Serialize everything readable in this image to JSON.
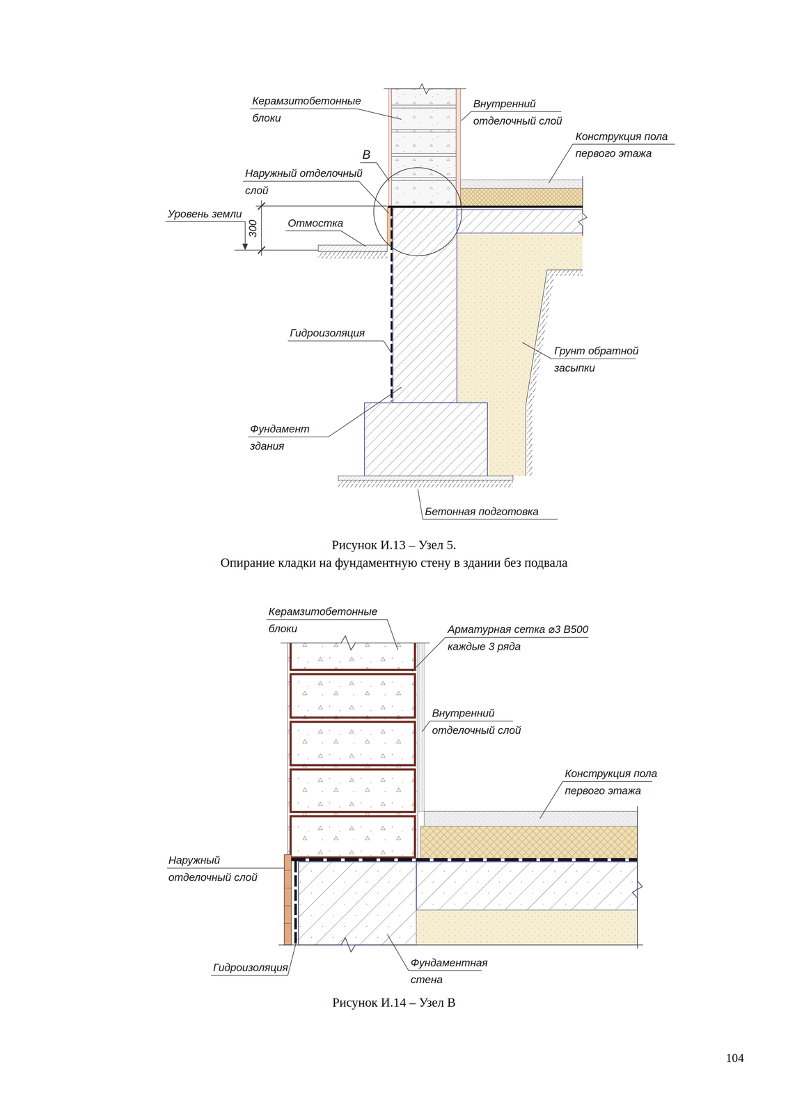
{
  "diagram": {
    "labels": [
      "Керамзитобетонные блоки",
      "Внутренний отделочный слой",
      "Конструкция пола первого этажа",
      "В",
      "Наружный отделочный слой",
      "Уровень земли",
      "300",
      "Отмостка",
      "Гидроизоляция",
      "Грунт обратной засыпки",
      "Фундамент здания",
      "Бетонная подготовка",
      "Рисунок И.13 – Узел 5.",
      "Опирание кладки на фундаментную стену в здании без подвала",
      "Керамзитобетонные блоки",
      "Арматурная сетка ⌀3 В500 каждые 3 ряда",
      "Внутренний отделочный слой",
      "Конструкция пола первого этажа",
      "Наружный отделочный слой",
      "Гидроизоляция",
      "Фундаментная стена",
      "Рисунок И.14 – Узел В",
      "104"
    ]
  }
}
